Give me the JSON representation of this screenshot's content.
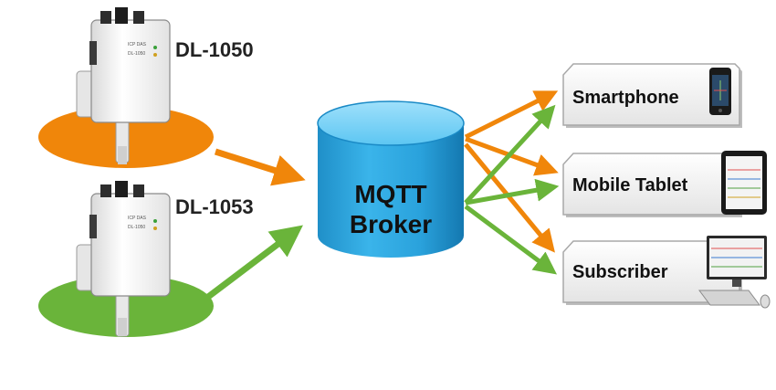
{
  "devices": [
    {
      "label": "DL-1050",
      "brand": "ICP DAS",
      "model": "DL-1050",
      "color": "#f0860a"
    },
    {
      "label": "DL-1053",
      "brand": "ICP DAS",
      "model": "DL-1050",
      "color": "#6ab43a"
    }
  ],
  "broker": {
    "line1": "MQTT",
    "line2": "Broker"
  },
  "clients": [
    {
      "label": "Smartphone",
      "icon": "smartphone-icon"
    },
    {
      "label": "Mobile Tablet",
      "icon": "tablet-icon"
    },
    {
      "label": "Subscriber",
      "icon": "desktop-computer-icon"
    }
  ],
  "colors": {
    "orange": "#f0860a",
    "green": "#6ab43a",
    "broker": "#29a8e0"
  }
}
